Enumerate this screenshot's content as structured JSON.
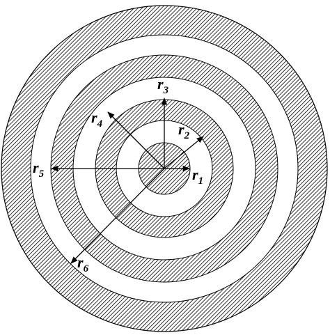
{
  "figure": {
    "labels": [
      {
        "id": "r1",
        "letter": "r",
        "sub": "1"
      },
      {
        "id": "r2",
        "letter": "r",
        "sub": "2"
      },
      {
        "id": "r3",
        "letter": "r",
        "sub": "3"
      },
      {
        "id": "r4",
        "letter": "r",
        "sub": "4"
      },
      {
        "id": "r5",
        "letter": "r",
        "sub": "5"
      },
      {
        "id": "r6",
        "letter": "r",
        "sub": "6"
      }
    ],
    "colors": {
      "hatch": "#000000",
      "outline": "#000000",
      "background": "#ffffff"
    }
  }
}
